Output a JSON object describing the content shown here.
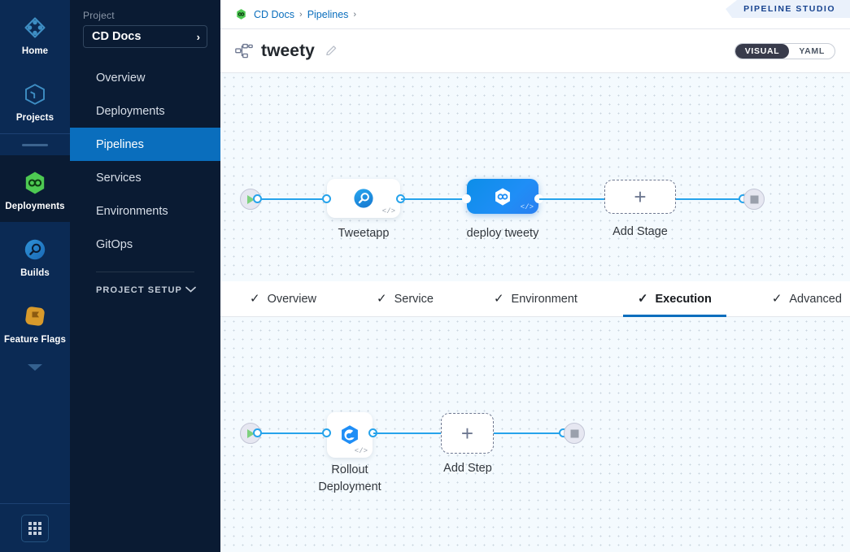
{
  "mainnav": {
    "items": [
      {
        "label": "Home",
        "icon": "home-diamond-icon",
        "active": false
      },
      {
        "label": "Projects",
        "icon": "cube-icon",
        "active": false
      },
      {
        "label": "Deployments",
        "icon": "deployments-hexagon-icon",
        "active": true
      },
      {
        "label": "Builds",
        "icon": "builds-circle-icon",
        "active": false
      },
      {
        "label": "Feature Flags",
        "icon": "flag-icon",
        "active": false
      }
    ],
    "collapse_icon": "chevron-down-icon",
    "apps_icon": "grid-apps-icon"
  },
  "sidebar": {
    "section_label": "Project",
    "project_name": "CD Docs",
    "project_chevron": "›",
    "items": [
      {
        "label": "Overview",
        "active": false
      },
      {
        "label": "Deployments",
        "active": false
      },
      {
        "label": "Pipelines",
        "active": true
      },
      {
        "label": "Services",
        "active": false
      },
      {
        "label": "Environments",
        "active": false
      },
      {
        "label": "GitOps",
        "active": false
      }
    ],
    "setup_label": "PROJECT SETUP",
    "setup_icon": "chevron-down-icon"
  },
  "breadcrumb": {
    "module_icon": "deployments-hexagon-icon",
    "items": [
      {
        "label": "CD Docs",
        "sep": "›"
      },
      {
        "label": "Pipelines",
        "sep": "›"
      }
    ],
    "studio_tab": "PIPELINE STUDIO"
  },
  "header": {
    "pipeline_icon": "pipeline-nodes-icon",
    "title": "tweety",
    "edit_icon": "pencil-edit-icon",
    "toggle": {
      "visual": "VISUAL",
      "yaml": "YAML",
      "selected": "VISUAL"
    }
  },
  "stage_canvas": {
    "start_icon": "play-start-icon",
    "end_icon": "stop-end-icon",
    "nodes": [
      {
        "label": "Tweetapp",
        "type": "build",
        "icon": "builds-circle-icon",
        "selected": false,
        "code_badge": "</>"
      },
      {
        "label": "deploy tweety",
        "type": "deploy",
        "icon": "deployments-hexagon-white-icon",
        "selected": true,
        "code_badge": "</>"
      }
    ],
    "add_node": {
      "label": "Add Stage",
      "plus": "+"
    }
  },
  "tabs": {
    "check_icon": "check-icon",
    "items": [
      {
        "label": "Overview",
        "active": false
      },
      {
        "label": "Service",
        "active": false
      },
      {
        "label": "Environment",
        "active": false
      },
      {
        "label": "Execution",
        "active": true
      },
      {
        "label": "Advanced",
        "active": false
      }
    ]
  },
  "exec_canvas": {
    "start_icon": "play-start-icon",
    "end_icon": "stop-end-icon",
    "nodes": [
      {
        "label_line1": "Rollout",
        "label_line2": "Deployment",
        "icon": "rollout-deployment-icon",
        "code_badge": "</>"
      }
    ],
    "add_node": {
      "label": "Add Step",
      "plus": "+"
    }
  },
  "colors": {
    "accent_blue": "#0a6ebd",
    "edge_blue": "#26a3eb",
    "nav_dark": "#0b2a54",
    "nav_darker": "#0a1b33",
    "green": "#4dc952",
    "canvas_bg": "#f4fafe"
  }
}
